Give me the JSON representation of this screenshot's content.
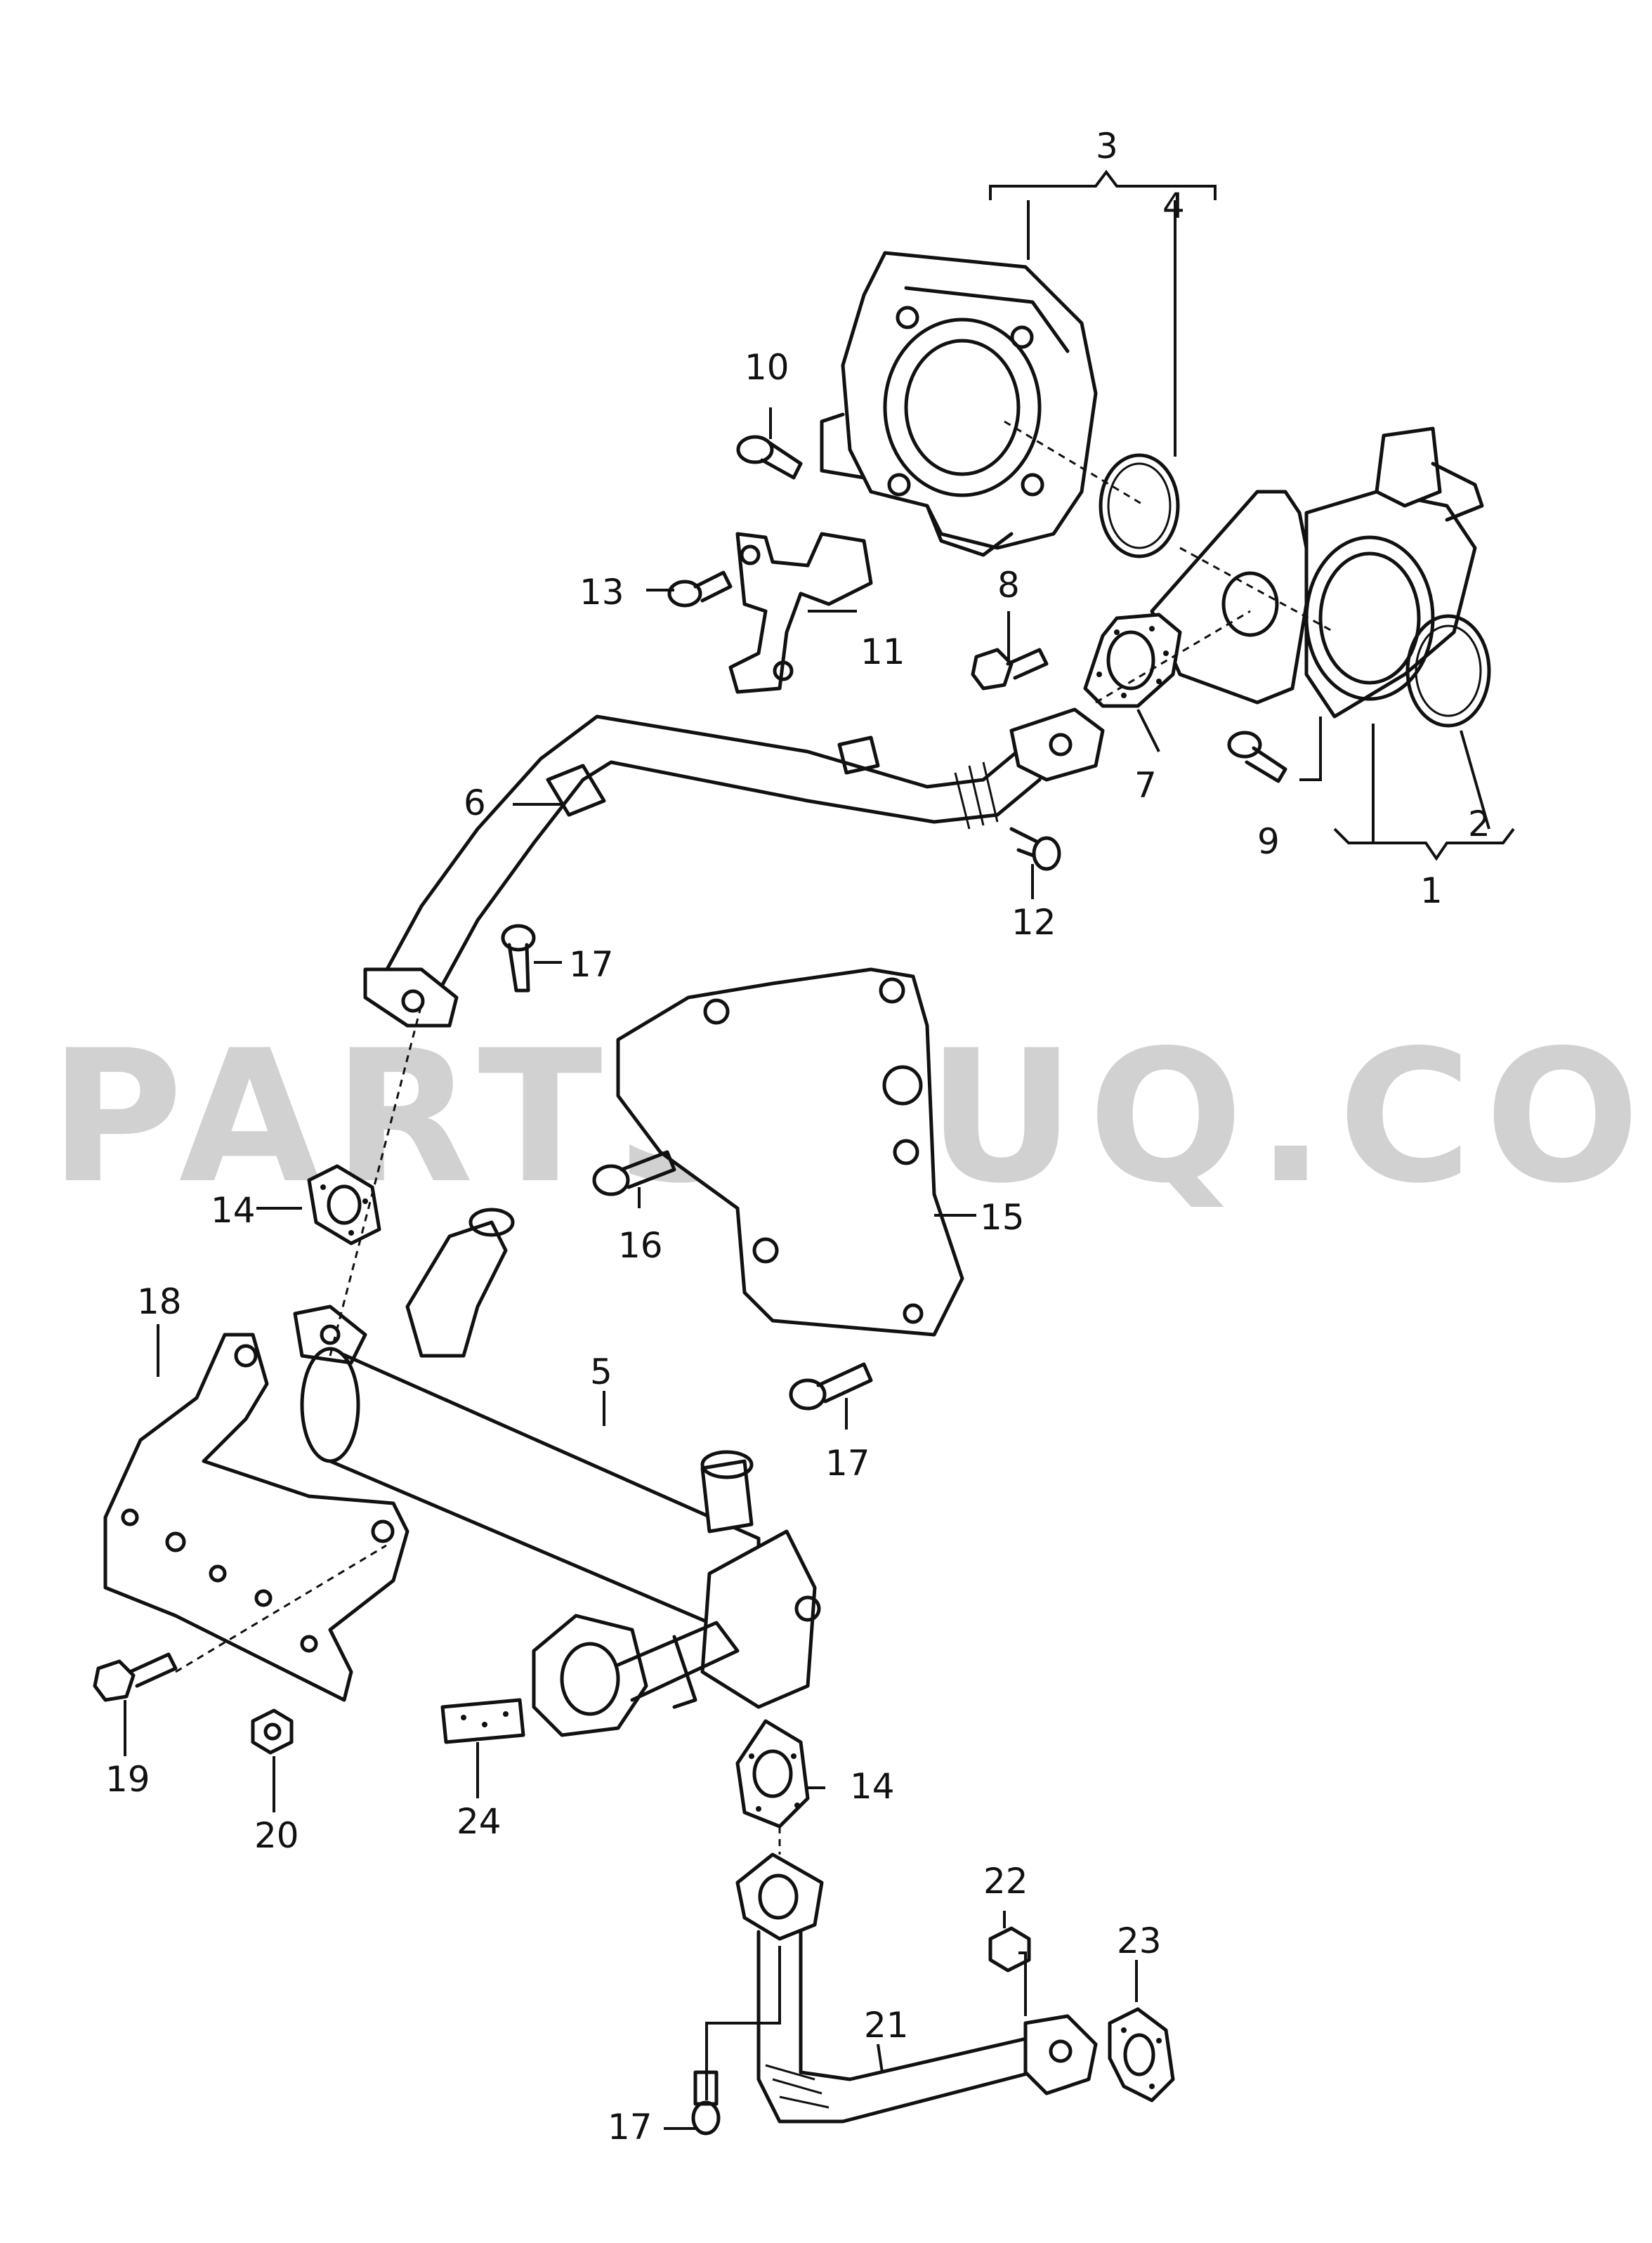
{
  "watermark": "PARTSOUQ.COM",
  "callouts": [
    "1",
    "2",
    "3",
    "4",
    "5",
    "6",
    "7",
    "8",
    "9",
    "10",
    "11",
    "12",
    "13",
    "14",
    "14",
    "15",
    "16",
    "17",
    "17",
    "17",
    "18",
    "19",
    "20",
    "21",
    "22",
    "23",
    "24"
  ]
}
